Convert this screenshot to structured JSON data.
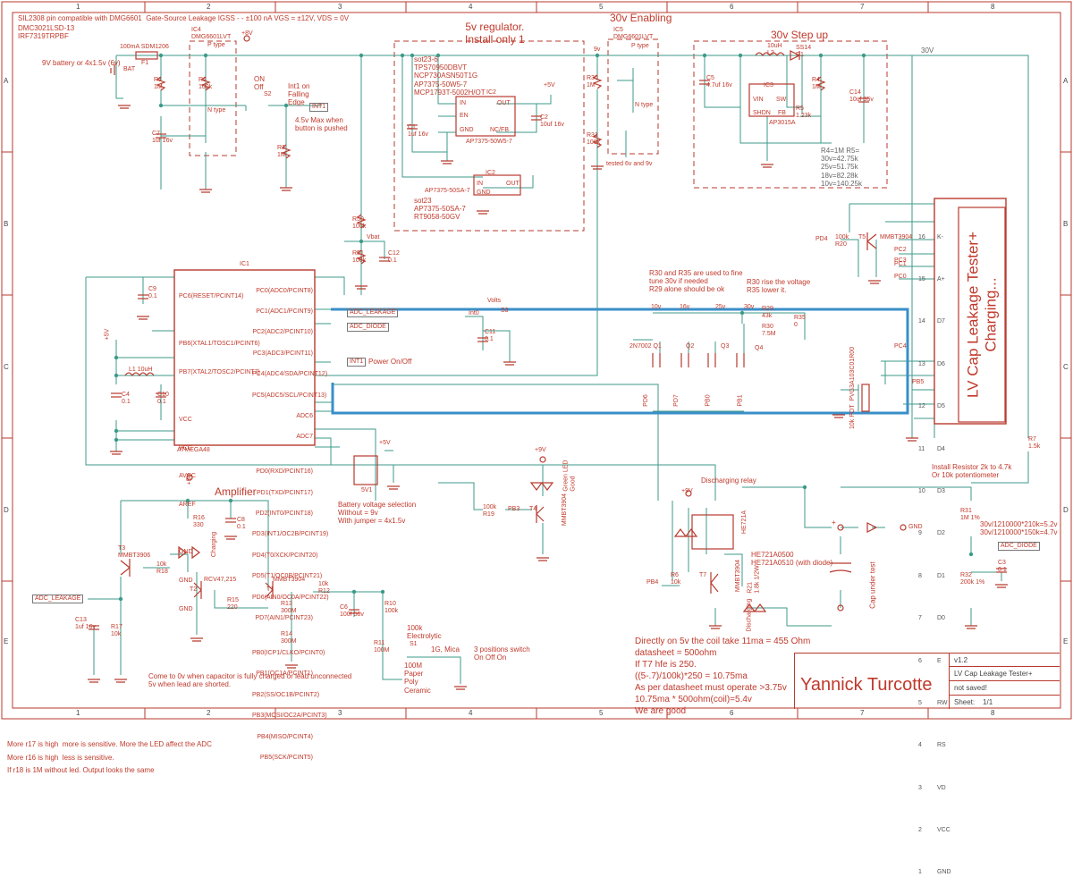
{
  "colors": {
    "wire": "#3c9a8a",
    "part": "#b83a2e",
    "bus": "#3a8fc8",
    "frame": "#b83a2e",
    "text": "#c0392b"
  },
  "grid": {
    "cols": [
      "1",
      "2",
      "3",
      "4",
      "5",
      "6",
      "7",
      "8"
    ],
    "rows": [
      "A",
      "B",
      "C",
      "D",
      "E"
    ]
  },
  "notes_top": [
    "SIL2308 pin compatible with DMG6601  Gate-Source Leakage IGSS - - ±100 nA VGS = ±12V, VDS = 0V",
    "DMC3021LSD-13",
    "IRF7319TRPBF"
  ],
  "sections": {
    "regulator": "5v regulator.\nInstall only 1",
    "enabling": "30v Enabling",
    "stepup": "30v Step up",
    "amplifier": "Amplifier"
  },
  "parts": {
    "battery": "9V battery or 4x1.5v (6v)",
    "bat": "BAT",
    "f1": "F1",
    "fuse": "100mA SDM1206",
    "ic4": "IC4\nDMG6601LVT",
    "ptype": "P type",
    "ntype": "N type",
    "plus8v": "+8V",
    "onoff": "ON\nOff",
    "int1_note": "Int1 on\nFalling\nEdge",
    "int1": "INT1",
    "btn_note": "4.5v Max when\nbutton is pushed",
    "r1": "R1\n1M",
    "r2": "R2\n100k",
    "c7": "C7\n1uf 16v",
    "r3": "R3\n1M",
    "s2": "S2",
    "reg_list": "sot23-6\nTPS70950DBVT\nNCP730ASN50T1G\nAP7375-50W5-7\nMCP1793T-5002H/OT",
    "ic2": "IC2",
    "in": "IN",
    "en": "EN",
    "gnd": "GND",
    "out": "OUT",
    "ncfb": "NC/FB",
    "ap7375w": "AP7375-50W5-7",
    "ap7375sa": "AP7375-50SA-7",
    "sot23": "sot23\nAP7375-50SA-7\nRT9058-50GV",
    "c1": "C1\n1uf 16v",
    "c2": "C2\n10uf 16v",
    "plus5v": "+5V",
    "v9": "9v",
    "ic5": "IC5\nDMG6601LVT",
    "tested": "tested 6v and 9v",
    "r_en1": "R30\n1M",
    "r_en2": "R31\n100k",
    "l2": "10uH\nL2",
    "ss14": "SS14\nD1",
    "ic3": "IC3",
    "c5": "C5\n4.7uf 16v",
    "r4": "R4\n1M",
    "c14": "C14\n10uf 35v",
    "r5": "R5\n1.23k",
    "ap3015": "AP3015A",
    "sw": "SW",
    "shdn": "SHDN",
    "fb": "FB",
    "vin": "VIN",
    "r4_calc": "R4=1M R5=\n30v=42.75k\n25v=51.75k\n18v=82.28k\n10v=140.25k",
    "v30": "30V",
    "v30b": "30v",
    "lcd_title": "LV Cap Leakage Tester+\nCharging...",
    "lcd_pins": [
      "K-",
      "A+",
      "D7",
      "D6",
      "D5",
      "D4",
      "D3",
      "D2",
      "D1",
      "D0",
      "E",
      "RW",
      "RS",
      "VD",
      "VCC",
      "GND"
    ],
    "lcd_nums": [
      "16",
      "15",
      "14",
      "13",
      "12",
      "11",
      "10",
      "9",
      "8",
      "7",
      "6",
      "5",
      "4",
      "3",
      "2",
      "1"
    ],
    "lcd_note": "Install Resistor 2k to 4.7k\nOr 10k potentiometer",
    "pot": "10k POT  PVG3A103C01R00",
    "pd4": "PD4",
    "r20": "100k\nR20",
    "t5": "T5",
    "mmbt": "MMBT3904",
    "pc_pins": [
      "PC3",
      "PC2",
      "PC1",
      "PC0"
    ],
    "pc4": "PC4",
    "pb5": "PB5",
    "ic1": "IC1",
    "atmega_left": [
      "PC6(RESET/PCINT14)",
      "",
      "PB6(XTAL1/TOSC1/PCINT6)",
      "PB7(XTAL2/TOSC2/PCINT7)",
      "",
      "VCC",
      "VCC",
      "AVCC",
      "AREF",
      "",
      "GND",
      "GND",
      "GND"
    ],
    "atmega_right": [
      "PC0(ADC0/PCINT8)",
      "PC1(ADC1/PCINT9)",
      "PC2(ADC2/PCINT10)",
      "PC3(ADC3/PCINT11)",
      "PC4(ADC4/SDA/PCINT12)",
      "PC5(ADC5/SCL/PCINT13)",
      "ADC6",
      "ADC7",
      "",
      "PD0(RXD/PCINT16)",
      "PD1(TXD/PCINT17)",
      "PD2(INT0/PCINT18)",
      "PD3(INT1/OC2B/PCINT19)",
      "PD4(T0/XCK/PCINT20)",
      "PD5(T1/OC0B/PCINT21)",
      "PD6(AIN0/OC0A/PCINT22)",
      "PD7(AIN1/PCINT23)",
      "",
      "PB0(ICP1/CLKO/PCINT0)",
      "PB1(OC1A/PCINT1)",
      "PB2(SS/OC1B/PCINT2)",
      "PB3(MOSI/OC2A/PCINT3)",
      "PB4(MISO/PCINT4)",
      "PB5(SCK/PCINT5)"
    ],
    "atmega": "ATMEGA48",
    "adc_leakage": "ADC_LEAKAGE",
    "adc_diode": "ADC_DIODE",
    "int1_label": "INT1",
    "power_onoff": "Power On/Off",
    "vbat": "Vbat",
    "r_vbat1": "R50\n100k",
    "r_vbat2": "R51\n100k",
    "c12": "C12\n0.1",
    "c9": "C9\n0.1",
    "l1": "L1 10uH",
    "c4": "C4\n0.1",
    "c10": "C10\n0.1",
    "int0": "Int0",
    "volts": "Volts",
    "s3": "S3",
    "c11": "C11\n0.1",
    "r30_note": "R30 and R35 are used to fine\ntune 30v if needed\nR29 alone should be ok",
    "r30_note2": "R30 rise the voltage\nR35 lower it.",
    "volt_labels": [
      "10v",
      "16v",
      "25v",
      "30v"
    ],
    "q_labels": [
      "2N7002 Q1",
      "Q2",
      "Q3",
      "Q4"
    ],
    "pd_labels": [
      "PD6",
      "PD7",
      "PB0",
      "PB1"
    ],
    "r29": "R29\n43k",
    "r30v": "R30\n7.5M",
    "r35": "R35\n0",
    "battery_sel": "Battery voltage selection\nWithout = 9v\nWith jumper = 4x1.5v",
    "sv1": "5V1",
    "green_led": "Green LED\nGood",
    "plus9v": "+9V",
    "pb3": "PB3",
    "r19": "100k\nR19",
    "t4": "T4",
    "t3": "T3\nMMBT3906",
    "r18": "10k\nR18",
    "charging": "Charging",
    "r_led": "R16\n330",
    "c8": "C8\n0.1",
    "t2": "T2",
    "rcv": "RCV47,215",
    "r15": "R15\n220",
    "t1": "T1",
    "mmbt2": "MMBT3904",
    "r12": "10k\nR12",
    "r13": "R13\n300M",
    "r14": "R14\n300M",
    "c6": "C6\n100f 50v",
    "r10": "R10\n100k",
    "r11": "R11\n100M",
    "s1": "S1",
    "cap100k": "100k\nElectrolytic",
    "cap100m": "100M\nPaper\nPoly\nCeramic",
    "mica": "1G, Mica",
    "switch3": "3 positions switch\nOn Off On",
    "c13": "C13\n1uf 16v",
    "r17": "R17\n10k",
    "zero_note": "Come to 0v when capacitor is fully charged or lead unconnected\n5v when lead are shorted.",
    "relay_title": "Discharging relay",
    "relay": "HE721A",
    "relay_note": "HE721A0500\nHE721A0510 (with diode)",
    "pb4": "PB4",
    "r6": "R6\n10k",
    "t7": "T7",
    "discharging": "Discharging",
    "r21": "R21\n1.8k 1/2W",
    "cap_test": "Cap under test",
    "plus_sign": "+",
    "r31": "R31\n1M 1%",
    "r32": "R32\n200k 1%",
    "c3": "C3\n0.1",
    "r7": "R7\n1.5k",
    "div_note": "30v/1210000*210k=5.2v\n30v/1210000*150k=4.7v",
    "coil_note": "Directly on 5v the coil take 11ma = 455 Ohm\ndatasheet = 500ohm\nIf T7 hfe is 250.\n((5-.7)/100k)*250 = 10.75ma\nAs per datasheet must operate >3.75v\n10.75ma * 500ohm(coil)=5.4v\nWe are good",
    "author": "Yannick Turcotte",
    "version": "v1.2",
    "doc_title": "LV Cap Leakage Tester+",
    "saved": "not saved!",
    "sheet": "Sheet:    1/1"
  },
  "footnotes": [
    "More r17 is high  more is sensitive. More the LED affect the ADC",
    "More r16 is high  less is sensitive.",
    "If r18 is 1M without led. Output looks the same"
  ]
}
